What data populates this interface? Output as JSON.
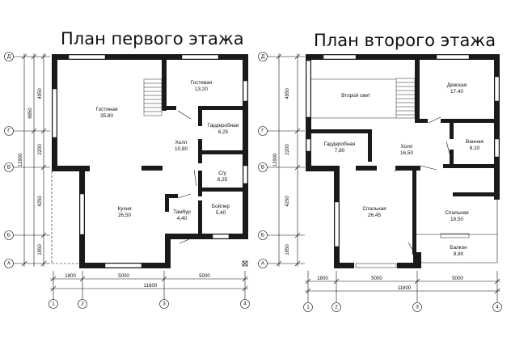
{
  "plans": [
    {
      "title": "План первого этажа",
      "rooms": [
        {
          "name": "Гостиная",
          "area": "35,80"
        },
        {
          "name": "Гостевая",
          "area": "13,20"
        },
        {
          "name": "Гардеробная",
          "area": "6,25"
        },
        {
          "name": "Холл",
          "area": "10,80"
        },
        {
          "name": "С/у",
          "area": "6,25"
        },
        {
          "name": "Кухня",
          "area": "26,50"
        },
        {
          "name": "Тамбур",
          "area": "4,40"
        },
        {
          "name": "Бойлер",
          "area": "5,40"
        }
      ],
      "axes_letters": [
        "Д",
        "Г",
        "В",
        "Б",
        "А"
      ],
      "axes_numbers": [
        "1",
        "2",
        "3",
        "4"
      ],
      "dims_vertical": {
        "d1": "4950",
        "d2": "6850",
        "d3": "2200",
        "d4": "12900",
        "d5": "4250",
        "d6": "1850"
      },
      "dims_horizontal": {
        "a": "1800",
        "b": "5000",
        "c": "5000",
        "total": "11800"
      }
    },
    {
      "title": "План второго этажа",
      "rooms": [
        {
          "name": "Второй свет",
          "area": ""
        },
        {
          "name": "Девская",
          "area": "17,40"
        },
        {
          "name": "Гардеробная",
          "area": "7,80"
        },
        {
          "name": "Холл",
          "area": "16,50"
        },
        {
          "name": "Ванная",
          "area": "6,10"
        },
        {
          "name": "Спальная",
          "area": "26,45"
        },
        {
          "name": "Спальная",
          "area": "18,50"
        },
        {
          "name": "Балкон",
          "area": "8,80"
        }
      ],
      "axes_letters": [
        "Д",
        "Г",
        "В",
        "Б",
        "А"
      ],
      "axes_numbers": [
        "1",
        "2",
        "3",
        "4"
      ],
      "dims_vertical": {
        "d1": "4950",
        "d3": "2200",
        "d4": "12900",
        "d5": "4250",
        "d6": "1850"
      },
      "dims_horizontal": {
        "a": "1800",
        "b": "5000",
        "c": "5000",
        "total": "11800"
      }
    }
  ]
}
